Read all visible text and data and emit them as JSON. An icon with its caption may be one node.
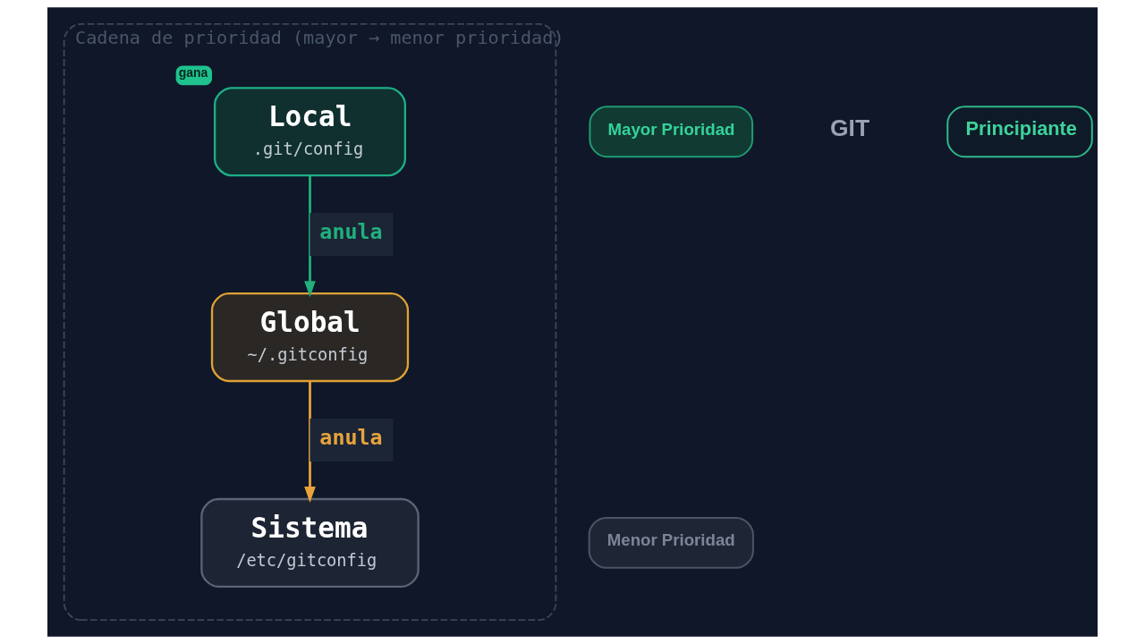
{
  "diagram": {
    "nodes": [
      {
        "text": [
          "Principiante"
        ]
      },
      {
        "text": [
          "Cadena de prioridad (mayor → menor prioridad)"
        ]
      },
      {
        "text": [
          "Local",
          ".git/config"
        ],
        "in": 1,
        "beside": [
          "gana"
        ]
      },
      {
        "text": [
          "Mayor Prioridad"
        ]
      },
      {
        "text": [
          "Global",
          "~/.gitconfig"
        ],
        "in": 1
      },
      {
        "text": [
          "Sistema",
          "/etc/gitconfig"
        ],
        "in": 1
      },
      {
        "text": [
          "Menor Prioridad"
        ]
      }
    ],
    "edges": [
      {
        "from": 2,
        "to": 4,
        "arrow": "to",
        "label": "anula",
        "color": "#22b07d"
      },
      {
        "from": 4,
        "to": 5,
        "arrow": "to",
        "label": "anula",
        "color": "#e8a33b"
      }
    ],
    "labels": [
      "GIT"
    ]
  }
}
